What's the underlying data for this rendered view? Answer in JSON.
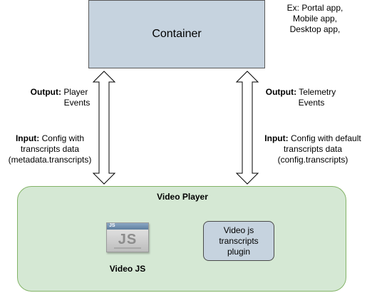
{
  "container": {
    "title": "Container",
    "examples": [
      "Ex: Portal app,",
      "Mobile app,",
      "Desktop app,"
    ]
  },
  "left_arrow": {
    "output_key": "Output:",
    "output_text_1": "Player",
    "output_text_2": "Events",
    "input_key": "Input:",
    "input_text_1": "Config with",
    "input_text_2": "transcripts data",
    "input_text_3": "(metadata.transcripts)"
  },
  "right_arrow": {
    "output_key": "Output:",
    "output_text_1": "Telemetry",
    "output_text_2": "Events",
    "input_key": "Input:",
    "input_text_1": "Config with default",
    "input_text_2": "transcripts data",
    "input_text_3": "(config.transcripts)"
  },
  "video_player": {
    "title": "Video Player",
    "logo_text": "JS",
    "logo_mini": "JS",
    "videojs_label": "Video JS",
    "plugin_label": "Video js transcripts plugin"
  },
  "colors": {
    "container_fill": "#c6d3df",
    "panel_fill": "#d5e8d4",
    "panel_stroke": "#82b366"
  }
}
